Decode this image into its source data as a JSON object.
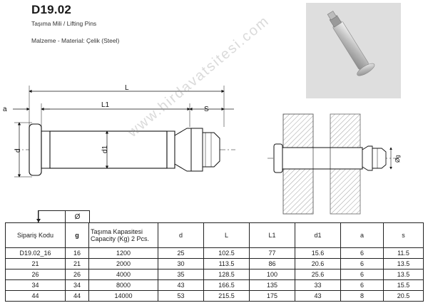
{
  "header": {
    "code": "D19.02",
    "subtitle": "Taşıma Mili / Lifting Pins",
    "material": "Malzeme - Material: Çelik (Steel)"
  },
  "drawing": {
    "labels": {
      "L": "L",
      "L1": "L1",
      "S": "S",
      "a": "a",
      "d": "d",
      "d1": "d1",
      "og": "Øg"
    }
  },
  "watermark": "www.hirdavatsitesi.com",
  "table": {
    "phi_symbol": "Ø",
    "headers": {
      "code": "Sipariş Kodu",
      "g": "g",
      "capacity": "Taşıma Kapasitesi Capacity (Kg) 2 Pcs.",
      "d": "d",
      "L": "L",
      "L1": "L1",
      "d1": "d1",
      "a": "a",
      "s": "s"
    },
    "rows": [
      {
        "code": "D19.02_16",
        "g": "16",
        "capacity": "1200",
        "d": "25",
        "L": "102.5",
        "L1": "77",
        "d1": "15.6",
        "a": "6",
        "s": "11.5"
      },
      {
        "code": "21",
        "g": "21",
        "capacity": "2000",
        "d": "30",
        "L": "113.5",
        "L1": "86",
        "d1": "20.6",
        "a": "6",
        "s": "13.5"
      },
      {
        "code": "26",
        "g": "26",
        "capacity": "4000",
        "d": "35",
        "L": "128.5",
        "L1": "100",
        "d1": "25.6",
        "a": "6",
        "s": "13.5"
      },
      {
        "code": "34",
        "g": "34",
        "capacity": "8000",
        "d": "43",
        "L": "166.5",
        "L1": "135",
        "d1": "33",
        "a": "6",
        "s": "15.5"
      },
      {
        "code": "44",
        "g": "44",
        "capacity": "14000",
        "d": "53",
        "L": "215.5",
        "L1": "175",
        "d1": "43",
        "a": "8",
        "s": "20.5"
      }
    ]
  }
}
